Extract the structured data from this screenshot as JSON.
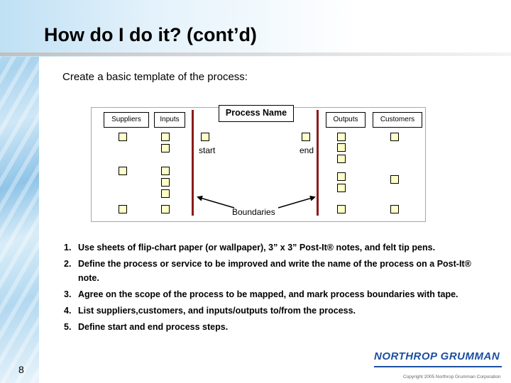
{
  "slide": {
    "title": "How do I do it? (cont’d)",
    "subtitle": "Create a basic template of the process:",
    "page_number": "8",
    "logo_text": "NORTHROP GRUMMAN",
    "copyright": "Copyright 2005 Northrop Grumman Corporation"
  },
  "diagram": {
    "process_name": "Process Name",
    "headers": {
      "suppliers": "Suppliers",
      "inputs": "Inputs",
      "outputs": "Outputs",
      "customers": "Customers"
    },
    "start_label": "start",
    "end_label": "end",
    "boundaries_label": "Boundaries",
    "colors": {
      "note_fill": "#ffffc8",
      "boundary": "#8b1a1a"
    }
  },
  "steps": [
    {
      "num": "1.",
      "text": "Use sheets of flip-chart paper (or wallpaper), 3” x 3” Post-It® notes, and felt tip pens."
    },
    {
      "num": "2.",
      "text": "Define the process or service to be improved and write the name of the process on a Post-It® note."
    },
    {
      "num": "3.",
      "text": "Agree on the scope of the process to be mapped, and mark process boundaries with tape."
    },
    {
      "num": "4.",
      "text": "List suppliers,customers, and inputs/outputs to/from the process."
    },
    {
      "num": "5.",
      "text": "Define start and end process steps."
    }
  ]
}
